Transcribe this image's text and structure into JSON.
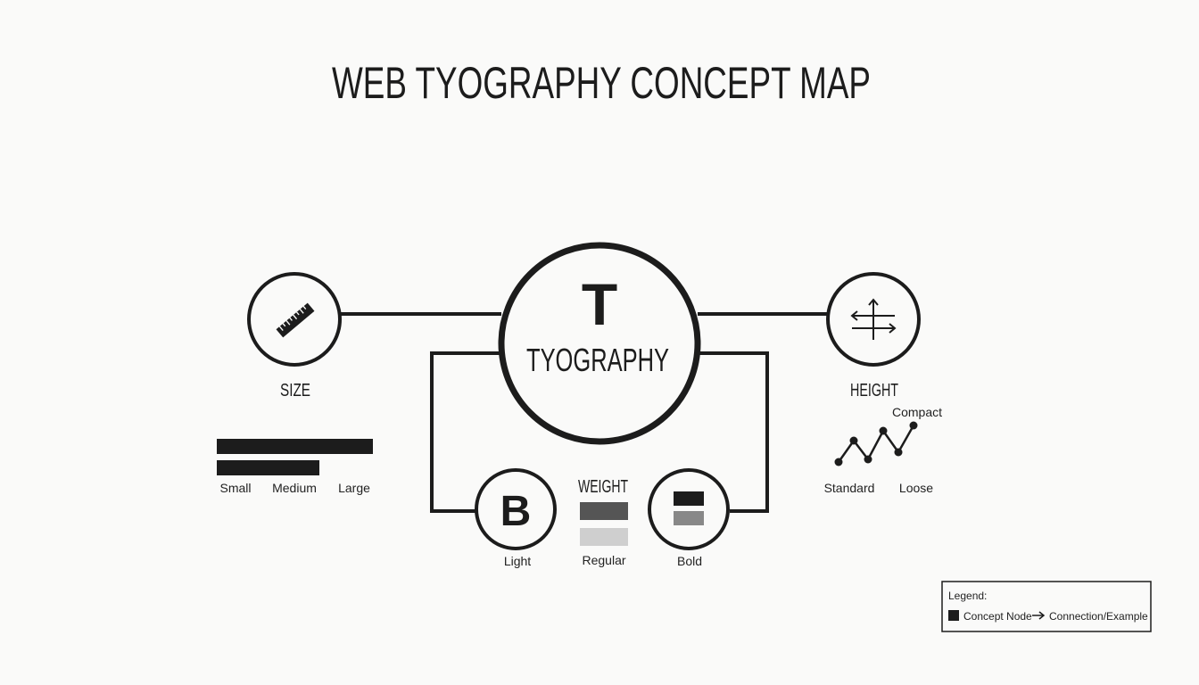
{
  "title": "WEB TYOGRAPHY CONCEPT MAP",
  "central": {
    "letter": "T",
    "label": "TYOGRAPHY"
  },
  "size": {
    "label": "SIZE",
    "icon": "ruler-icon",
    "examples": [
      "Small",
      "Medium",
      "Large"
    ]
  },
  "height": {
    "label": "HEIGHT",
    "icon": "spacing-arrows-icon",
    "examples": [
      "Compact",
      "Standard",
      "Loose"
    ]
  },
  "weight": {
    "label": "WEIGHT",
    "light_letter": "B",
    "examples": [
      "Light",
      "Regular",
      "Bold"
    ],
    "swatch_colors": [
      "#555555",
      "#cfcfcf"
    ],
    "bold_icon_colors": [
      "#1c1c1c",
      "#888888"
    ]
  },
  "legend": {
    "title": "Legend:",
    "node_label": "Concept Node",
    "connection_label": "Connection/Example"
  },
  "colors": {
    "ink": "#1c1c1c",
    "background": "#fafaf9"
  }
}
